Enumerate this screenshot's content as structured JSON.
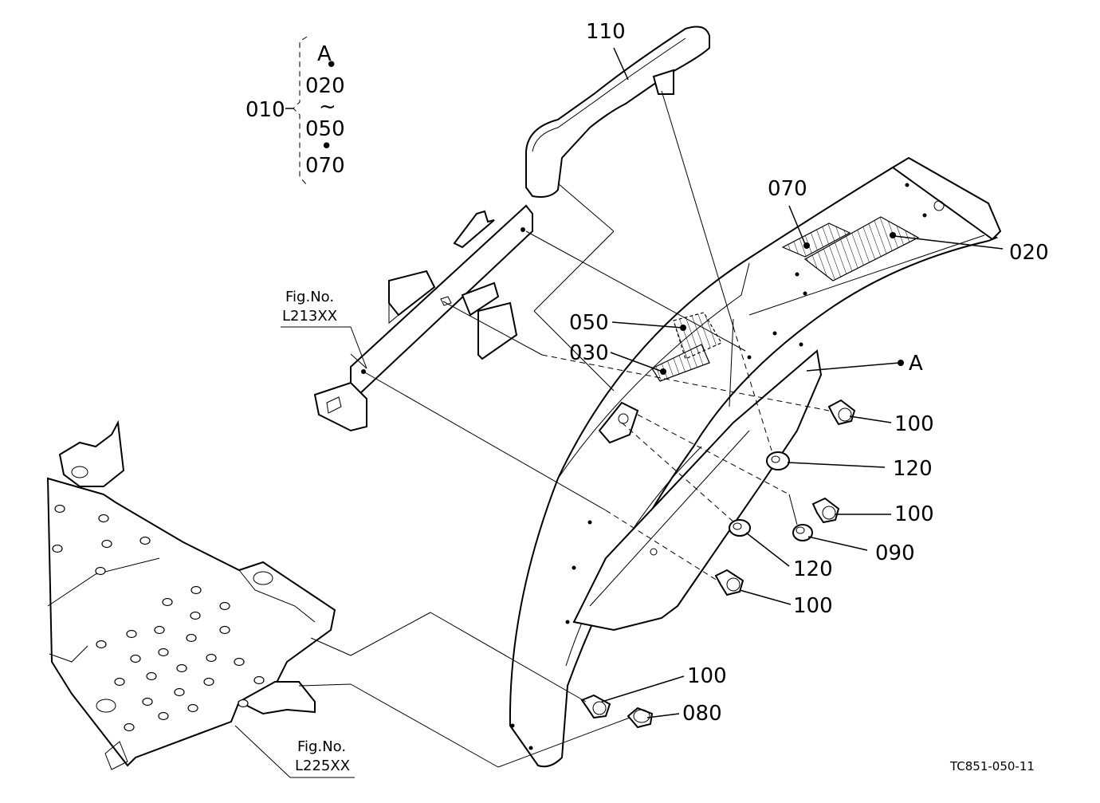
{
  "diagram": {
    "drawing_code": "TC851-050-11",
    "bracket_group": {
      "parent": "010",
      "items": [
        "A",
        "020",
        "050",
        "070"
      ],
      "separators": [
        "•",
        "~",
        "•"
      ]
    },
    "callouts": {
      "p110": "110",
      "p070": "070",
      "p020": "020",
      "p050": "050",
      "p030": "030",
      "pA": "A",
      "p100a": "100",
      "p120a": "120",
      "p100b": "100",
      "p090": "090",
      "p120b": "120",
      "p100c": "100",
      "p100d": "100",
      "p080": "080"
    },
    "fig_refs": [
      {
        "title": "Fig.No.",
        "code": "L213XX"
      },
      {
        "title": "Fig.No.",
        "code": "L225XX"
      }
    ]
  }
}
